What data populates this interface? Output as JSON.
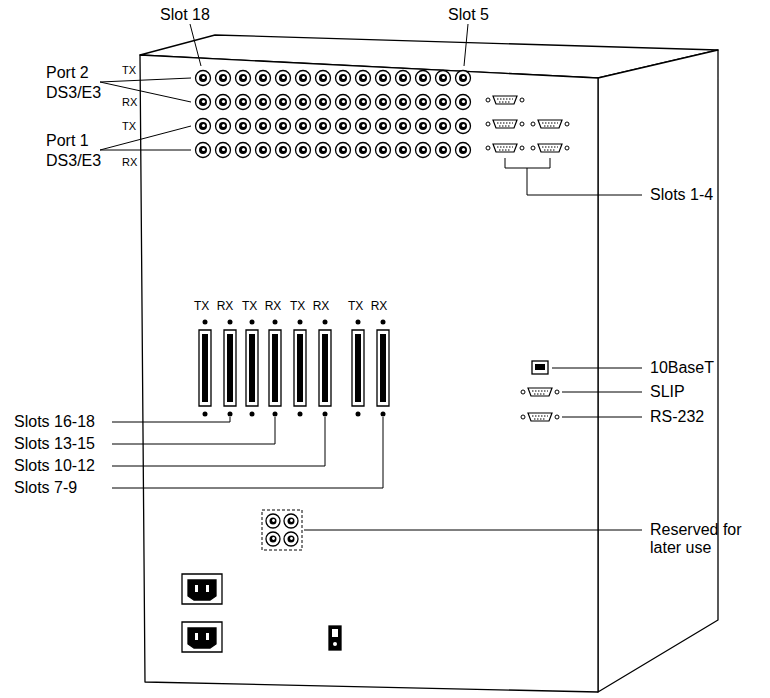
{
  "diagram": {
    "labels": [
      "Slot 18",
      "Slot 5",
      "Port 2",
      "DS3/E3",
      "TX",
      "RX",
      "Port 1",
      "DS3/E3",
      "TX",
      "RX",
      "Slots 1-4",
      "TX RX",
      "TX RX",
      "TX RX",
      "TX RX",
      "Slots 16-18",
      "Slots 13-15",
      "Slots 10-12",
      "Slots 7-9",
      "10BaseT",
      "SLIP",
      "RS-232",
      "Reserved for later use"
    ]
  }
}
